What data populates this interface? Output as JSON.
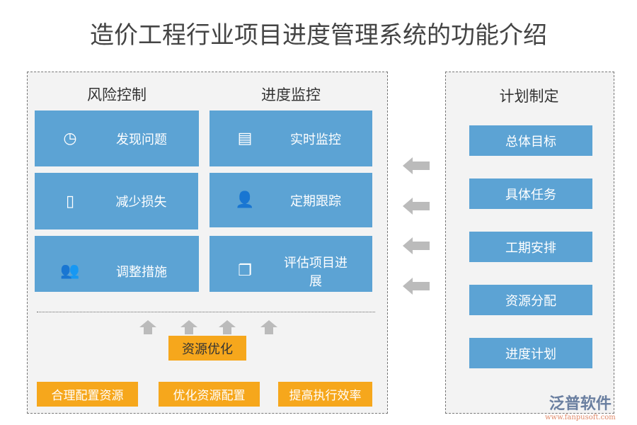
{
  "title": "造价工程行业项目进度管理系统的功能介绍",
  "left": {
    "risk_heading": "风险控制",
    "progress_heading": "进度监控",
    "risk_items": [
      {
        "label": "发现问题",
        "icon": "clock-icon"
      },
      {
        "label": "减少损失",
        "icon": "document-icon"
      },
      {
        "label": "调整措施",
        "icon": "group-icon"
      }
    ],
    "progress_items": [
      {
        "label": "实时监控",
        "icon": "monitor-icon"
      },
      {
        "label": "定期跟踪",
        "icon": "users-icon"
      },
      {
        "label": "评估项目进展",
        "icon": "windows-icon"
      }
    ],
    "resource": "资源优化",
    "bottom": [
      "合理配置资源",
      "优化资源配置",
      "提高执行效率"
    ]
  },
  "right": {
    "heading": "计划制定",
    "items": [
      "总体目标",
      "具体任务",
      "工期安排",
      "资源分配",
      "进度计划"
    ]
  },
  "logo": {
    "name": "泛普软件",
    "url": "www.fanpusoft.com"
  },
  "colors": {
    "blue": "#5ca3d4",
    "orange": "#f6a71c",
    "arrow": "#bbbbbb"
  }
}
